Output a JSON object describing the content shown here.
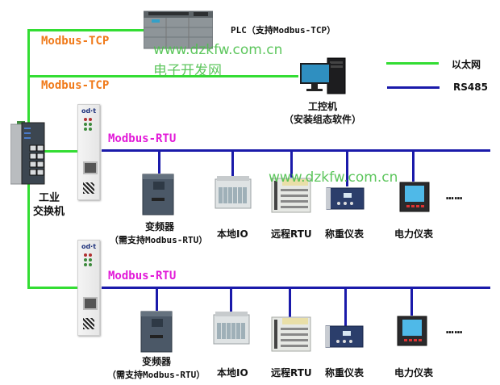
{
  "watermarks": {
    "url": "www.dzkfw.com.cn",
    "site_name": "电子开发网"
  },
  "ethernet": {
    "link1_protocol": "Modbus-TCP",
    "link2_protocol": "Modbus-TCP",
    "plc_label": "PLC（支持Modbus-TCP）",
    "ipc_label": "工控机",
    "ipc_sublabel": "（安装组态软件）",
    "switch_label_line1": "工业",
    "switch_label_line2": "交换机"
  },
  "legend": {
    "items": [
      {
        "label": "以太网",
        "color": "#33dd33"
      },
      {
        "label": "RS485",
        "color": "#1a1aaa"
      }
    ]
  },
  "gateways": [
    {
      "brand": "od·t"
    },
    {
      "brand": "od·t"
    }
  ],
  "buses": [
    {
      "protocol": "Modbus-RTU",
      "devices": [
        {
          "label": "变频器",
          "sublabel": "（需支持Modbus-RTU）",
          "icon": "inverter"
        },
        {
          "label": "本地IO",
          "icon": "io-module"
        },
        {
          "label": "远程RTU",
          "icon": "rtu"
        },
        {
          "label": "称重仪表",
          "icon": "weighing-meter"
        },
        {
          "label": "电力仪表",
          "icon": "power-meter"
        }
      ],
      "more": "……"
    },
    {
      "protocol": "Modbus-RTU",
      "devices": [
        {
          "label": "变频器",
          "sublabel": "（需支持Modbus-RTU）",
          "icon": "inverter"
        },
        {
          "label": "本地IO",
          "icon": "io-module"
        },
        {
          "label": "远程RTU",
          "icon": "rtu"
        },
        {
          "label": "称重仪表",
          "icon": "weighing-meter"
        },
        {
          "label": "电力仪表",
          "icon": "power-meter"
        }
      ],
      "more": "……"
    }
  ],
  "colors": {
    "ethernet": "#33dd33",
    "rs485": "#1a1aaa",
    "tcp_label": "#f07a1a",
    "rtu_label": "#e21ad8",
    "watermark": "#4cc04c"
  }
}
